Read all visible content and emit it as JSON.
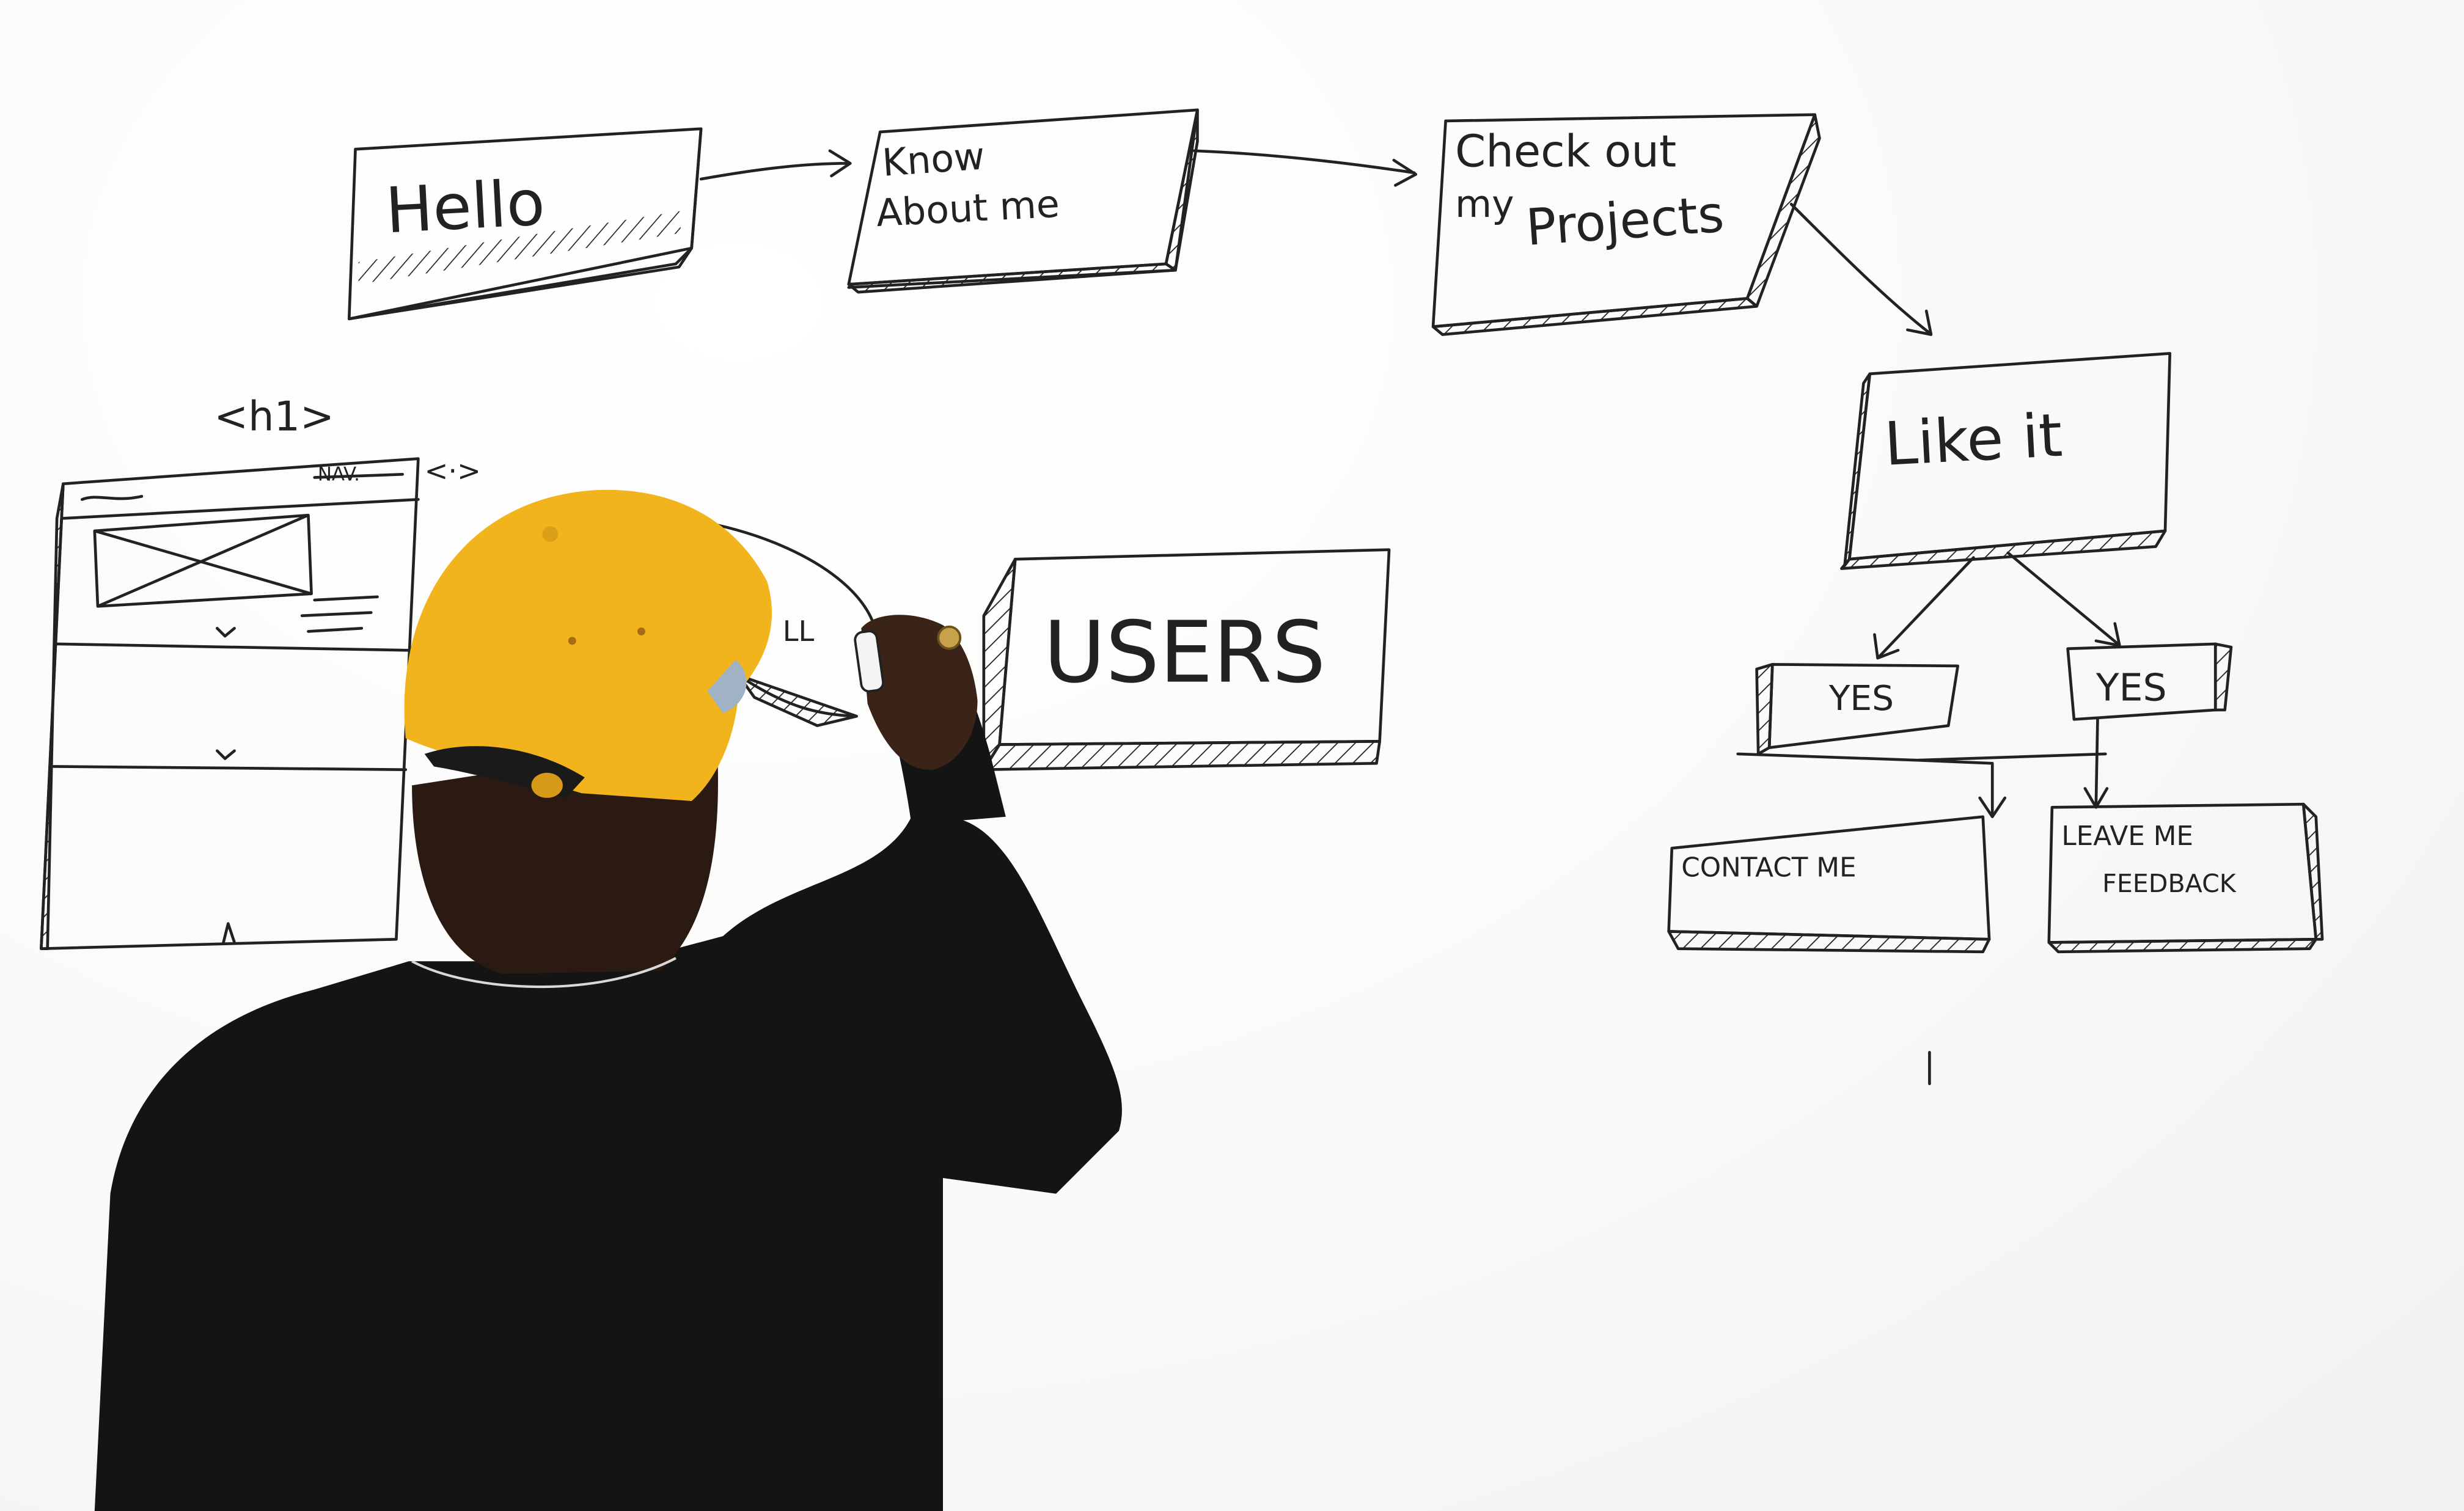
{
  "colors": {
    "whiteboard": "#ffffff",
    "marker_ink": "#222222",
    "cap": "#f2b41c",
    "shirt": "#141414",
    "skin": "#3a2418"
  },
  "flow_top": {
    "hello": "Hello",
    "know_line1": "Know",
    "know_line2": "About me",
    "projects_line1": "Check out",
    "projects_line2": "my",
    "projects_line3": "Projects"
  },
  "wireframe": {
    "tag_h1": "<h1>",
    "nav_label": "NAV.",
    "nav_tag": "<·>"
  },
  "middle": {
    "partial_text": "LL",
    "users": "USERS"
  },
  "flow_right": {
    "like": "Like it",
    "yes_left": "YES",
    "yes_right": "YES",
    "contact": "CONTACT ME",
    "leave_line1": "LEAVE ME",
    "leave_line2": "FEEDBACK"
  },
  "person": {
    "cap": "cap-icon",
    "marker": "marker-icon"
  }
}
